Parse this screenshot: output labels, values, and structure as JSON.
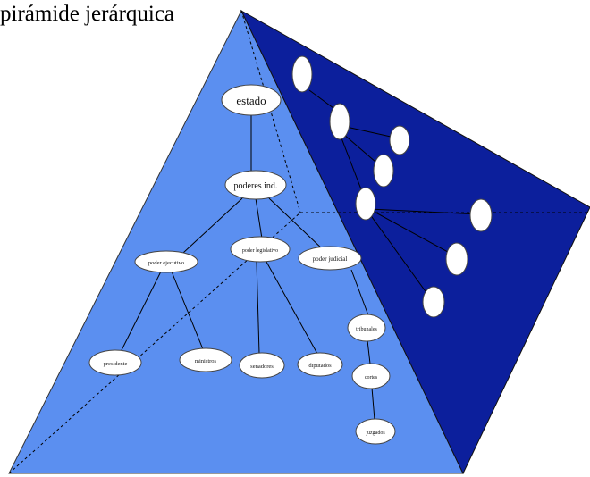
{
  "caption": "pirámide jerárquica",
  "colors": {
    "front_face": "#5b8ff0",
    "side_face": "#0c1f9c",
    "node_fill": "#ffffff",
    "line": "#000000"
  },
  "tree": {
    "root": "estado",
    "level1": "poderes ind.",
    "level2": [
      "poder ejecutivo",
      "poder legislativo",
      "poder judicial"
    ],
    "level3": [
      "presidente",
      "ministros",
      "senadores",
      "diputados",
      "tribunales"
    ],
    "level4": [
      "cortes"
    ],
    "level5": [
      "juzgados"
    ]
  }
}
